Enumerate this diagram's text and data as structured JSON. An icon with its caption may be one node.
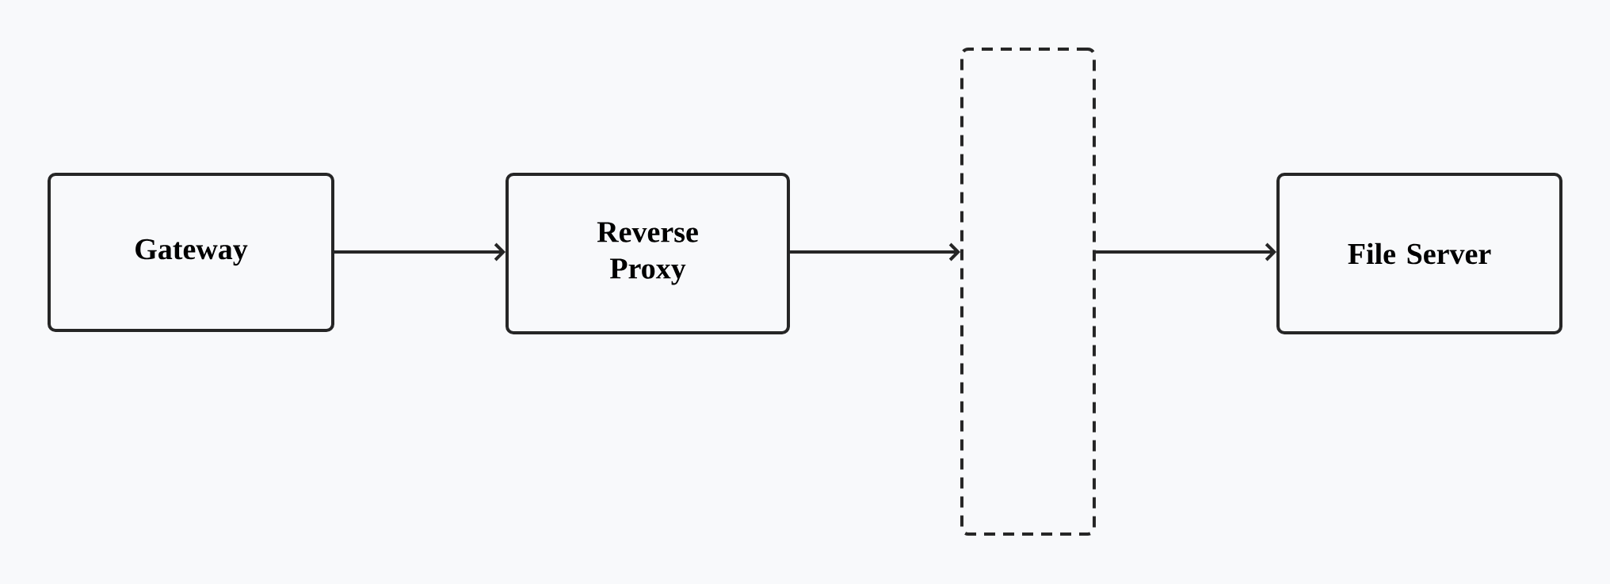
{
  "diagram": {
    "nodes": [
      {
        "text": [
          "Gateway"
        ]
      },
      {
        "text": [
          "Reverse Proxy"
        ]
      },
      {
        "text": [],
        "shape": "box"
      },
      {
        "text": [
          "File Server"
        ]
      }
    ],
    "edges": [
      {
        "from": 0,
        "to": 1,
        "arrow": "to"
      },
      {
        "from": 1,
        "to": 2,
        "arrow": "to"
      },
      {
        "from": 2,
        "to": 3,
        "arrow": "to"
      }
    ]
  }
}
